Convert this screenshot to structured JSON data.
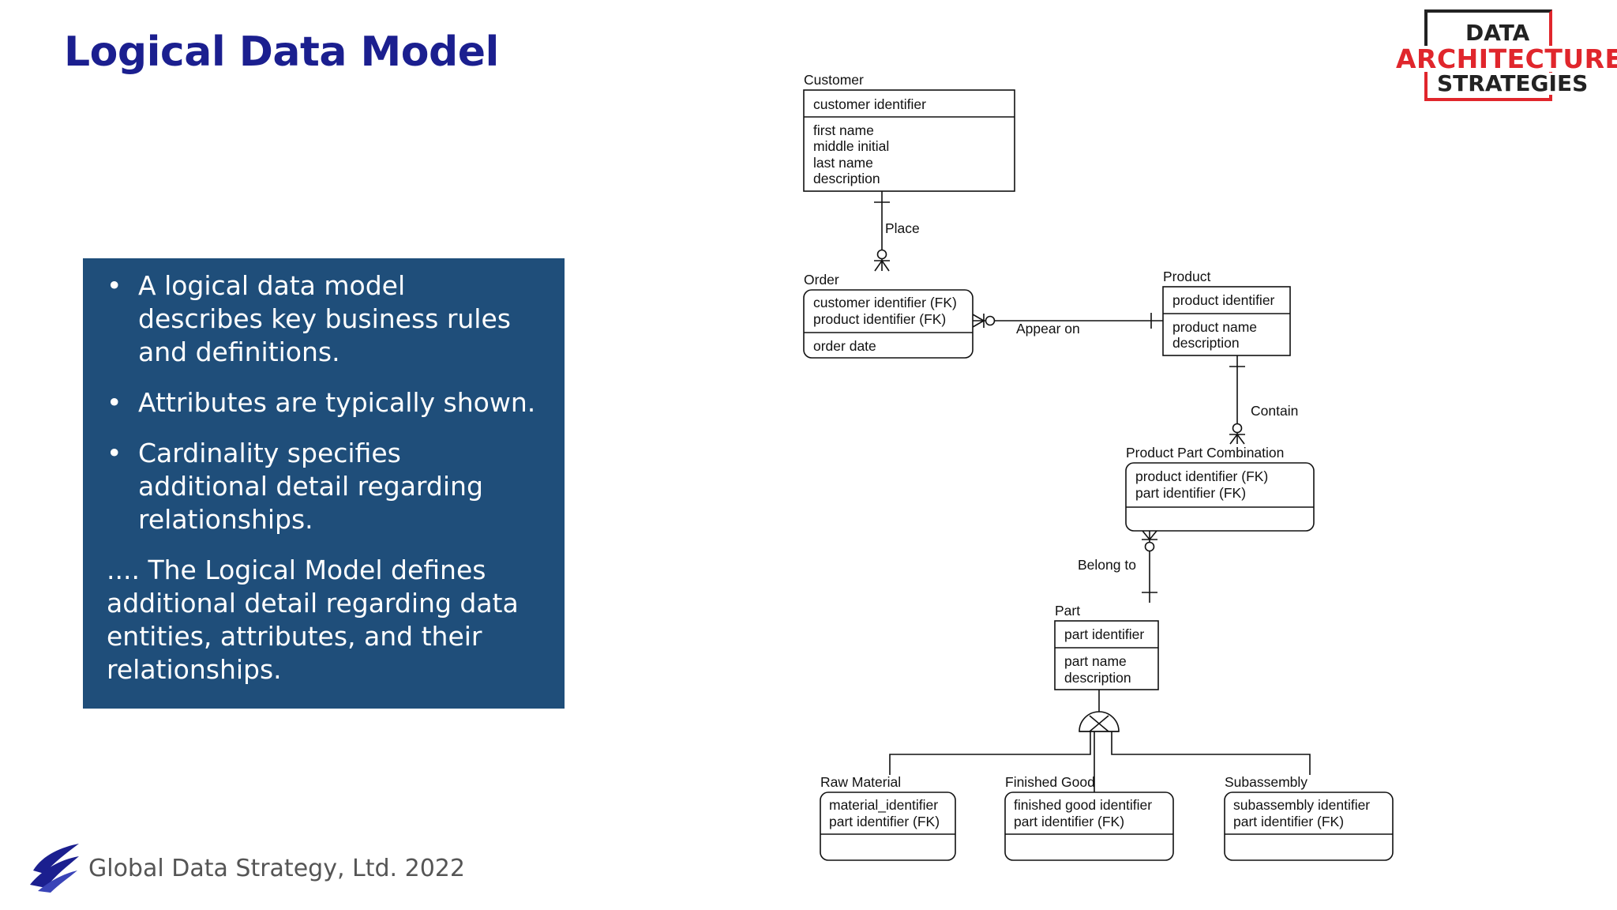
{
  "slide": {
    "title": "Logical Data Model",
    "bullets": [
      "A logical data model describes key business rules and definitions.",
      "Attributes are typically shown.",
      "Cardinality specifies additional detail regarding relationships."
    ],
    "summary": ".... The Logical Model defines additional detail regarding data entities, attributes, and their relationships.",
    "footer": "Global Data Strategy, Ltd. 2022",
    "logo": {
      "line1": "DATA",
      "line2": "ARCHITECTURE",
      "line3": "STRATEGIES",
      "accent_color": "#e0262c",
      "dark_color": "#222222"
    },
    "colors": {
      "title": "#1b1f8f",
      "panel": "#1f4e7a"
    }
  },
  "diagram": {
    "entities": {
      "customer": {
        "name": "Customer",
        "keys": [
          "customer identifier"
        ],
        "attributes": [
          "first name",
          "middle initial",
          "last name",
          "description"
        ]
      },
      "order": {
        "name": "Order",
        "keys": [
          "customer identifier (FK)",
          "product identifier (FK)"
        ],
        "attributes": [
          "order date"
        ]
      },
      "product": {
        "name": "Product",
        "keys": [
          "product identifier"
        ],
        "attributes": [
          "product name",
          "description"
        ]
      },
      "ppc": {
        "name": "Product Part Combination",
        "keys": [
          "product identifier (FK)",
          "part identifier (FK)"
        ],
        "attributes": []
      },
      "part": {
        "name": "Part",
        "keys": [
          "part identifier"
        ],
        "attributes": [
          "part name",
          "description"
        ]
      },
      "raw": {
        "name": "Raw Material",
        "keys": [
          "material_identifier",
          "part identifier (FK)"
        ],
        "attributes": []
      },
      "finished": {
        "name": "Finished Good",
        "keys": [
          "finished good identifier",
          "part identifier (FK)"
        ],
        "attributes": []
      },
      "sub": {
        "name": "Subassembly",
        "keys": [
          "subassembly identifier",
          "part identifier (FK)"
        ],
        "attributes": []
      }
    },
    "relationships": {
      "place": "Place",
      "appear_on": "Appear on",
      "contain": "Contain",
      "belong_to": "Belong to"
    }
  }
}
